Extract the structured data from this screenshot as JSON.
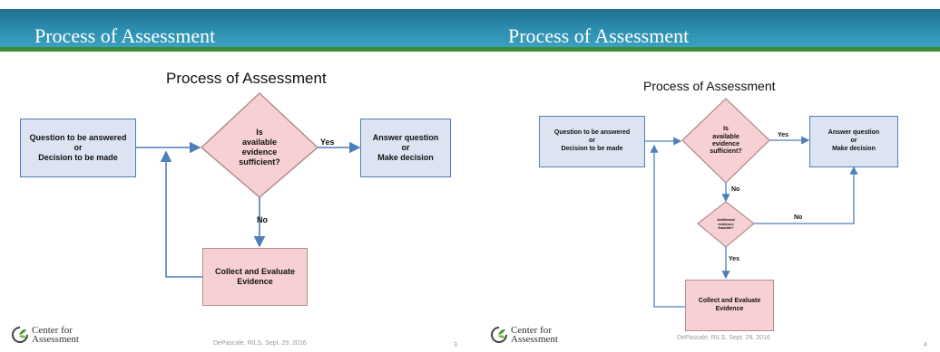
{
  "slides": [
    {
      "header_title": "Process of Assessment",
      "diagram_title": "Process of Assessment",
      "question_box": [
        "Question to be answered",
        "or",
        "Decision to be made"
      ],
      "decision_diamond": [
        "Is",
        "available",
        "evidence",
        "sufficient?"
      ],
      "answer_box": [
        "Answer question",
        "or",
        "Make decision"
      ],
      "collect_box": [
        "Collect and Evaluate",
        "Evidence"
      ],
      "yes_label": "Yes",
      "no_label": "No",
      "logo_text": [
        "Center for",
        "Assessment"
      ],
      "footer": "DePascale, RILS, Sept. 29, 2016",
      "page_number": "3"
    },
    {
      "header_title": "Process of Assessment",
      "diagram_title": "Process of Assessment",
      "question_box": [
        "Question to be answered",
        "or",
        "Decision to be made"
      ],
      "decision_diamond": [
        "Is",
        "available",
        "evidence",
        "sufficient?"
      ],
      "answer_box": [
        "Answer question",
        "or",
        "Make decision"
      ],
      "feasible_diamond": [
        "Additional",
        "evidence",
        "feasible?"
      ],
      "collect_box": [
        "Collect and Evaluate",
        "Evidence"
      ],
      "yes_label_1": "Yes",
      "no_label_1": "No",
      "no_label_2": "No",
      "yes_label_2": "Yes",
      "logo_text": [
        "Center for",
        "Assessment"
      ],
      "footer": "DePascale, RILS, Sept. 29, 2016",
      "page_number": "4"
    }
  ],
  "colors": {
    "header_blue": "#2d8fb0",
    "header_green": "#3d8c3d",
    "box_blue_fill": "#dce3f1",
    "box_blue_border": "#4f7fb8",
    "box_pink_fill": "#f6d0d2",
    "arrow": "#4f7fb8"
  }
}
